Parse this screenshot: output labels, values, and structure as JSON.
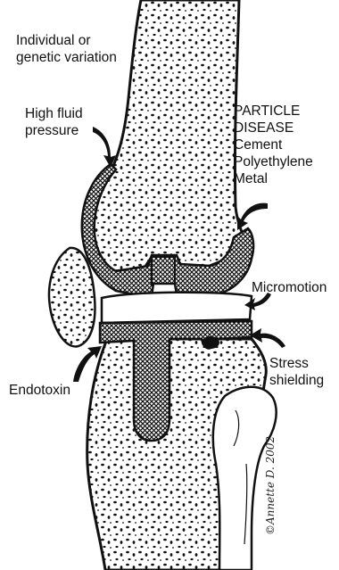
{
  "labels": {
    "individual_variation": [
      "Individual or",
      "genetic variation"
    ],
    "high_fluid_pressure": [
      "High fluid",
      "pressure"
    ],
    "particle_disease": [
      "PARTICLE",
      "DISEASE",
      "Cement",
      "Polyethylene",
      "Metal"
    ],
    "micromotion": "Micromotion",
    "stress_shielding": [
      "Stress",
      "shielding"
    ],
    "endotoxin": "Endotoxin"
  },
  "signature": "©Annette D. 2002",
  "colors": {
    "ink": "#111111",
    "bone_fill": "#ffffff",
    "implant_hatch": "#1a1a1a"
  }
}
